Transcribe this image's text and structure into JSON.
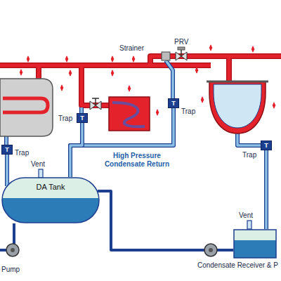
{
  "diagram": {
    "nodes": [
      {
        "text": [
          "T",
          "Trap"
        ]
      },
      {
        "text": [
          "T",
          "Trap"
        ]
      },
      {
        "text": [
          "T",
          "Trap"
        ]
      },
      {
        "text": [
          "T",
          "Trap"
        ]
      },
      {
        "text": [
          "DA Tank"
        ]
      },
      {
        "text": [
          "Condensate Receiver & P"
        ]
      }
    ],
    "edges": [
      {
        "from": 0,
        "to": 4,
        "arrow": "none"
      },
      {
        "from": 1,
        "to": 4,
        "arrow": "none"
      },
      {
        "from": 3,
        "to": 4,
        "arrow": "none"
      },
      {
        "from": 2,
        "to": 5,
        "arrow": "none"
      },
      {
        "from": 5,
        "to": 4,
        "arrow": "none"
      }
    ],
    "labels": [
      "Strainer",
      "PRV",
      "High Pressure Condensate Return",
      "Vent",
      "Vent",
      "Pump"
    ]
  }
}
